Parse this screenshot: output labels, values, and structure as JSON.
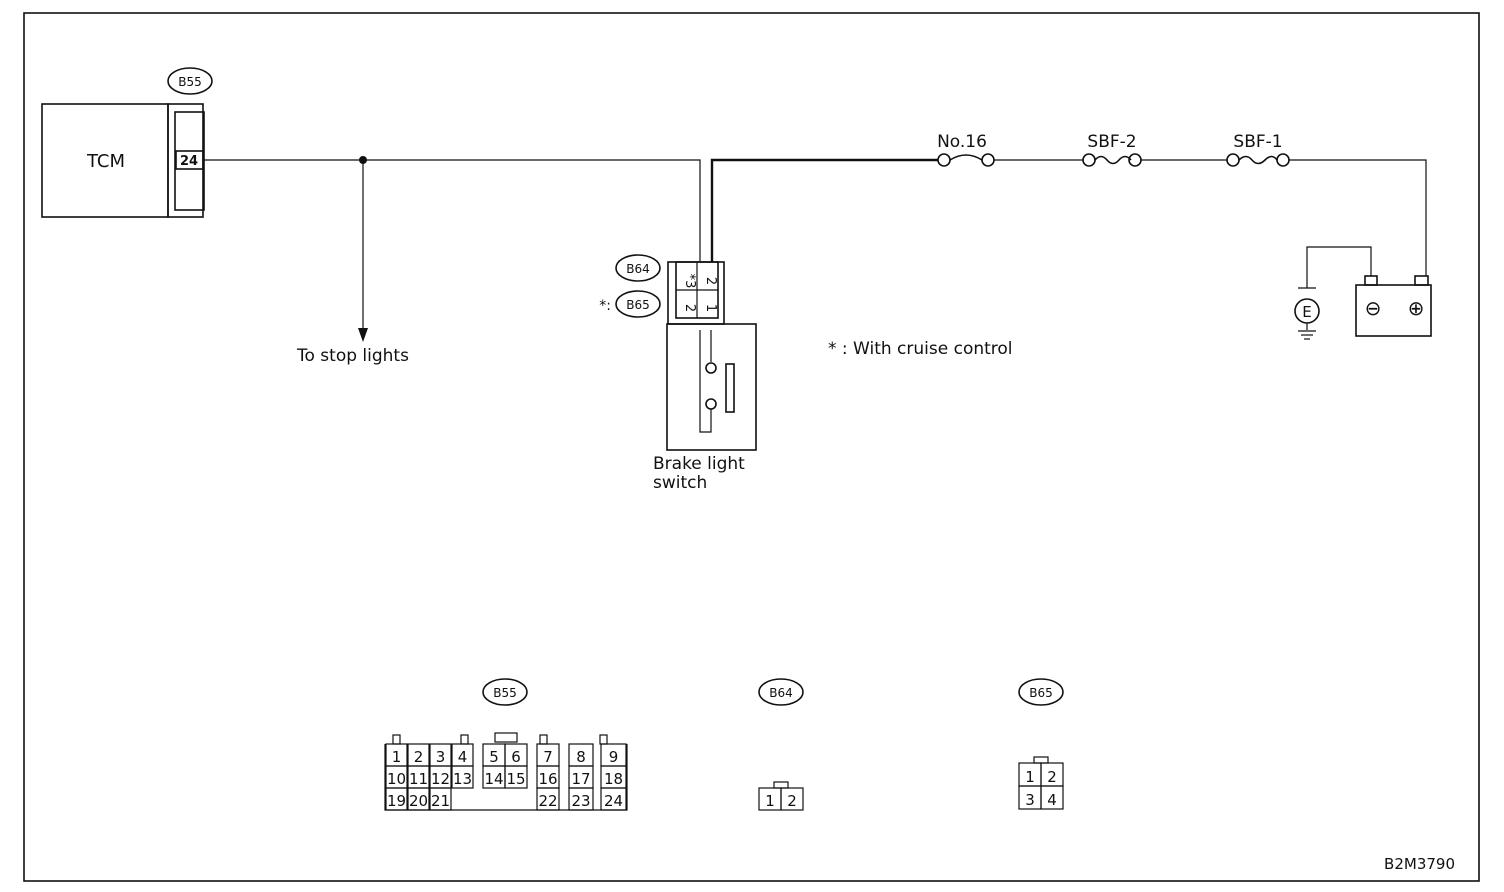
{
  "tcm": {
    "label": "TCM",
    "connector_id": "B55",
    "pin": "24"
  },
  "stop_lights_label": "To stop lights",
  "switch": {
    "connector_b64": "B64",
    "connector_b65": "B65",
    "b65_marker": "*:",
    "pins": {
      "tl": "*3",
      "tr": "2",
      "bl": "2",
      "br": "1"
    },
    "label_line1": "Brake light",
    "label_line2": "switch"
  },
  "note": "* : With cruise control",
  "fuses": {
    "f1": "No.16",
    "f2": "SBF-2",
    "f3": "SBF-1"
  },
  "battery": {
    "ground_label": "E",
    "neg": "⊖",
    "pos": "⊕"
  },
  "connector_views": {
    "b55": {
      "id": "B55",
      "pins": [
        "1",
        "2",
        "3",
        "4",
        "5",
        "6",
        "7",
        "8",
        "9",
        "10",
        "11",
        "12",
        "13",
        "14",
        "15",
        "16",
        "17",
        "18",
        "19",
        "20",
        "21",
        "22",
        "23",
        "24"
      ]
    },
    "b64": {
      "id": "B64",
      "pins": [
        "1",
        "2"
      ]
    },
    "b65": {
      "id": "B65",
      "pins": [
        "1",
        "2",
        "3",
        "4"
      ]
    }
  },
  "figure_code": "B2M3790"
}
